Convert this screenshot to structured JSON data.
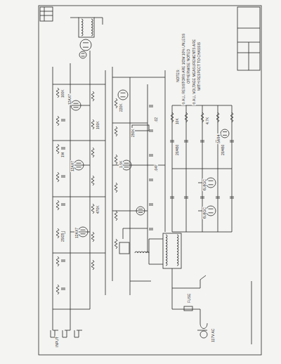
{
  "diagram": {
    "labels": [
      "NOTES:",
      "① ALL RESISTORS ARE 1/2W 10% UNLESS",
      "OTHERWISE NOTED",
      "② ALL VOLTAGE MEASUREMENTS ARE",
      "WITH RESPECT TO CHASSIS",
      "12AX7",
      "12AX7",
      "12AX7",
      "6L6GC",
      "6L6GC",
      "5AR4",
      "100K",
      "100K",
      "1M",
      "470K",
      "220K",
      ".02",
      ".047",
      "250K",
      "1.5K",
      "25/25",
      "10K",
      "4.7K",
      "20/450",
      "20/450",
      "INPUT",
      "FUSE",
      "117V AC"
    ]
  }
}
